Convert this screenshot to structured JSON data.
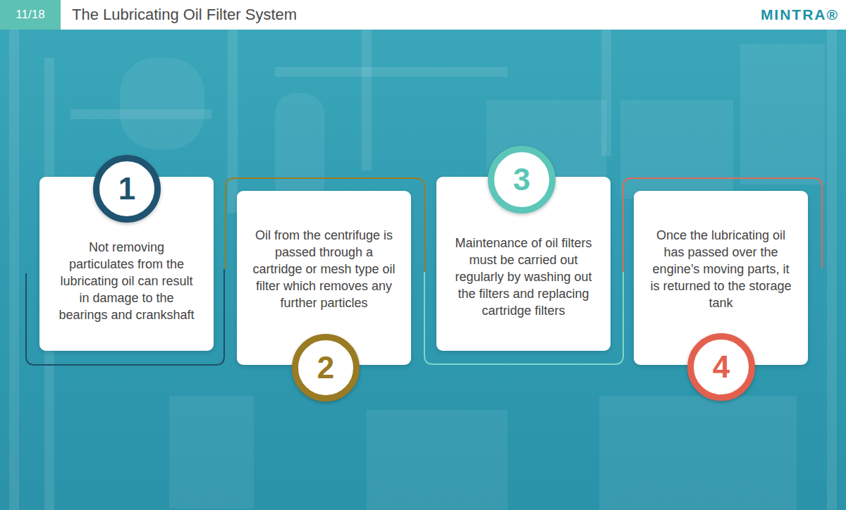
{
  "diagram": {
    "title": "The Lubricating Oil Filter System",
    "nodes": [
      {
        "text": [
          "1"
        ]
      },
      {
        "text": [
          "Not removing particulates from the lubricating oil can result in damage to the bearings and crankshaft"
        ]
      },
      {
        "text": [
          "Oil from the centrifuge is passed through a cartridge or mesh type oil filter which removes any further particles"
        ]
      },
      {
        "text": [
          "2"
        ]
      },
      {
        "text": [
          "3"
        ]
      },
      {
        "text": [
          "Maintenance of oil filters must be carried out regularly by washing out the filters and replacing cartridge filters"
        ]
      },
      {
        "text": [
          "Once the lubricating oil has passed over the engine’s moving parts, it is returned to the storage tank"
        ]
      },
      {
        "text": [
          "4"
        ]
      }
    ],
    "labels": [
      "11/18",
      "MINTRA®"
    ]
  }
}
